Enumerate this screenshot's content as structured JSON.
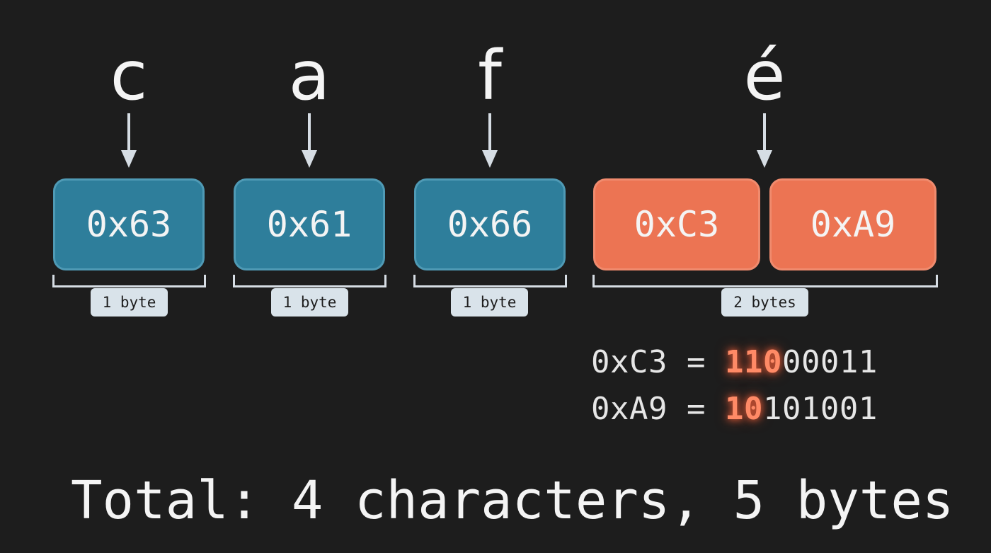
{
  "characters": [
    {
      "glyph": "c",
      "bytes": [
        "0x63"
      ],
      "size_label": "1 byte",
      "kind": "ascii"
    },
    {
      "glyph": "a",
      "bytes": [
        "0x61"
      ],
      "size_label": "1 byte",
      "kind": "ascii"
    },
    {
      "glyph": "f",
      "bytes": [
        "0x66"
      ],
      "size_label": "1 byte",
      "kind": "ascii"
    },
    {
      "glyph": "é",
      "bytes": [
        "0xC3",
        "0xA9"
      ],
      "size_label": "2 bytes",
      "kind": "multibyte"
    }
  ],
  "binary": [
    {
      "hex": "0xC3",
      "eq": "=",
      "prefix": "110",
      "rest": "00011"
    },
    {
      "hex": "0xA9",
      "eq": "=",
      "prefix": "10",
      "rest": "101001"
    }
  ],
  "total": "Total: 4 characters, 5 bytes",
  "colors": {
    "background": "#1d1d1d",
    "ascii_box": "#2e7e9b",
    "multibyte_box": "#ec7453",
    "highlight": "#ff8a66",
    "tag": "#d9e3ea"
  },
  "icons": {
    "arrow": "arrow-down-icon"
  }
}
